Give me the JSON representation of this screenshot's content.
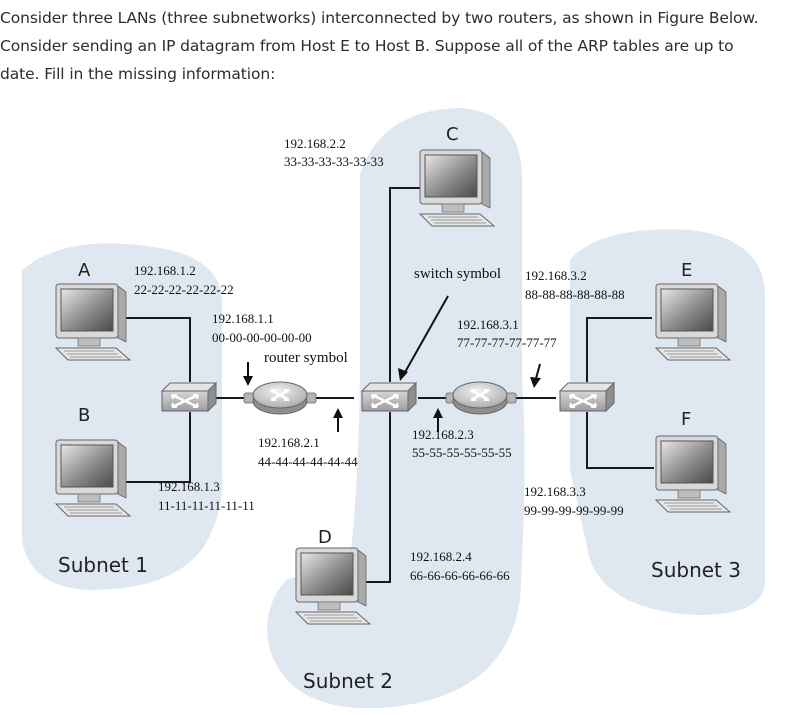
{
  "question": {
    "line1": "Consider three LANs (three subnetworks) interconnected by two routers, as shown in Figure Below.",
    "line2": "Consider sending an IP datagram from Host E to Host B. Suppose all of the ARP tables are up to",
    "line3": "date. Fill in the missing information:"
  },
  "hosts": {
    "a": {
      "label": "A",
      "ip": "192.168.1.2",
      "mac": "22-22-22-22-22-22"
    },
    "b": {
      "label": "B",
      "ip": "192.168.1.3",
      "mac": "11-11-11-11-11-11"
    },
    "c": {
      "label": "C",
      "ip": "192.168.2.2",
      "mac": "33-33-33-33-33-33"
    },
    "d": {
      "label": "D",
      "ip": "192.168.2.4",
      "mac": "66-66-66-66-66-66"
    },
    "e": {
      "label": "E",
      "ip": "192.168.3.2",
      "mac": "88-88-88-88-88-88"
    },
    "f": {
      "label": "F",
      "ip": "192.168.3.3",
      "mac": "99-99-99-99-99-99"
    }
  },
  "router1": {
    "left_ip": "192.168.1.1",
    "left_mac": "00-00-00-00-00-00",
    "right_ip": "192.168.2.1",
    "right_mac": "44-44-44-44-44-44"
  },
  "router2": {
    "left_ip": "192.168.2.3",
    "left_mac": "55-55-55-55-55-55",
    "right_ip": "192.168.3.1",
    "right_mac": "77-77-77-77-77-77"
  },
  "callouts": {
    "router": "router symbol",
    "switch": "switch symbol"
  },
  "subnets": {
    "s1": "Subnet 1",
    "s2": "Subnet 2",
    "s3": "Subnet 3"
  },
  "colors": {
    "cloud": "#dfe8f1",
    "link": "#1a1a1a",
    "device": "#9a9a9a"
  },
  "icons": [
    "computer-icon",
    "router-icon",
    "switch-icon",
    "arrow-icon"
  ]
}
